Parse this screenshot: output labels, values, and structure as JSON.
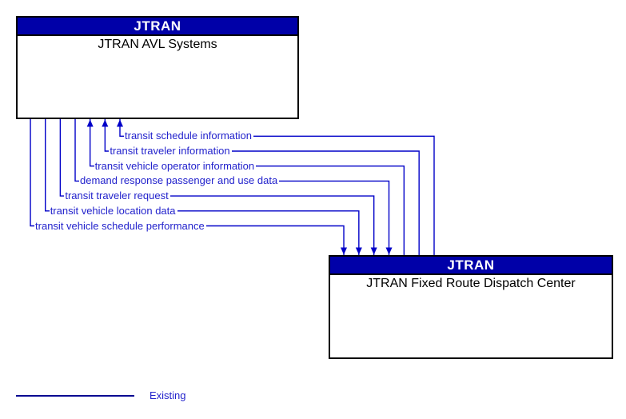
{
  "diagram": {
    "entities": [
      {
        "org": "JTRAN",
        "name": "JTRAN AVL Systems"
      },
      {
        "org": "JTRAN",
        "name": "JTRAN Fixed Route Dispatch Center"
      }
    ],
    "flows": [
      {
        "label": "transit schedule information",
        "arrow": "up",
        "to": "JTRAN AVL Systems"
      },
      {
        "label": "transit traveler information",
        "arrow": "up",
        "to": "JTRAN AVL Systems"
      },
      {
        "label": "transit vehicle operator information",
        "arrow": "up",
        "to": "JTRAN AVL Systems"
      },
      {
        "label": "demand response passenger and use data",
        "arrow": "down",
        "to": "JTRAN Fixed Route Dispatch Center"
      },
      {
        "label": "transit traveler request",
        "arrow": "down",
        "to": "JTRAN Fixed Route Dispatch Center"
      },
      {
        "label": "transit vehicle location data",
        "arrow": "down",
        "to": "JTRAN Fixed Route Dispatch Center"
      },
      {
        "label": "transit vehicle schedule performance",
        "arrow": "down",
        "to": "JTRAN Fixed Route Dispatch Center"
      }
    ],
    "legend": {
      "label": "Existing"
    },
    "colors": {
      "header_bg": "#0000A8",
      "header_text": "#FFFFFF",
      "flow_line": "#0000C8",
      "flow_label_text": "#2222CC",
      "legend_line": "#000090",
      "entity_border": "#000000"
    }
  }
}
